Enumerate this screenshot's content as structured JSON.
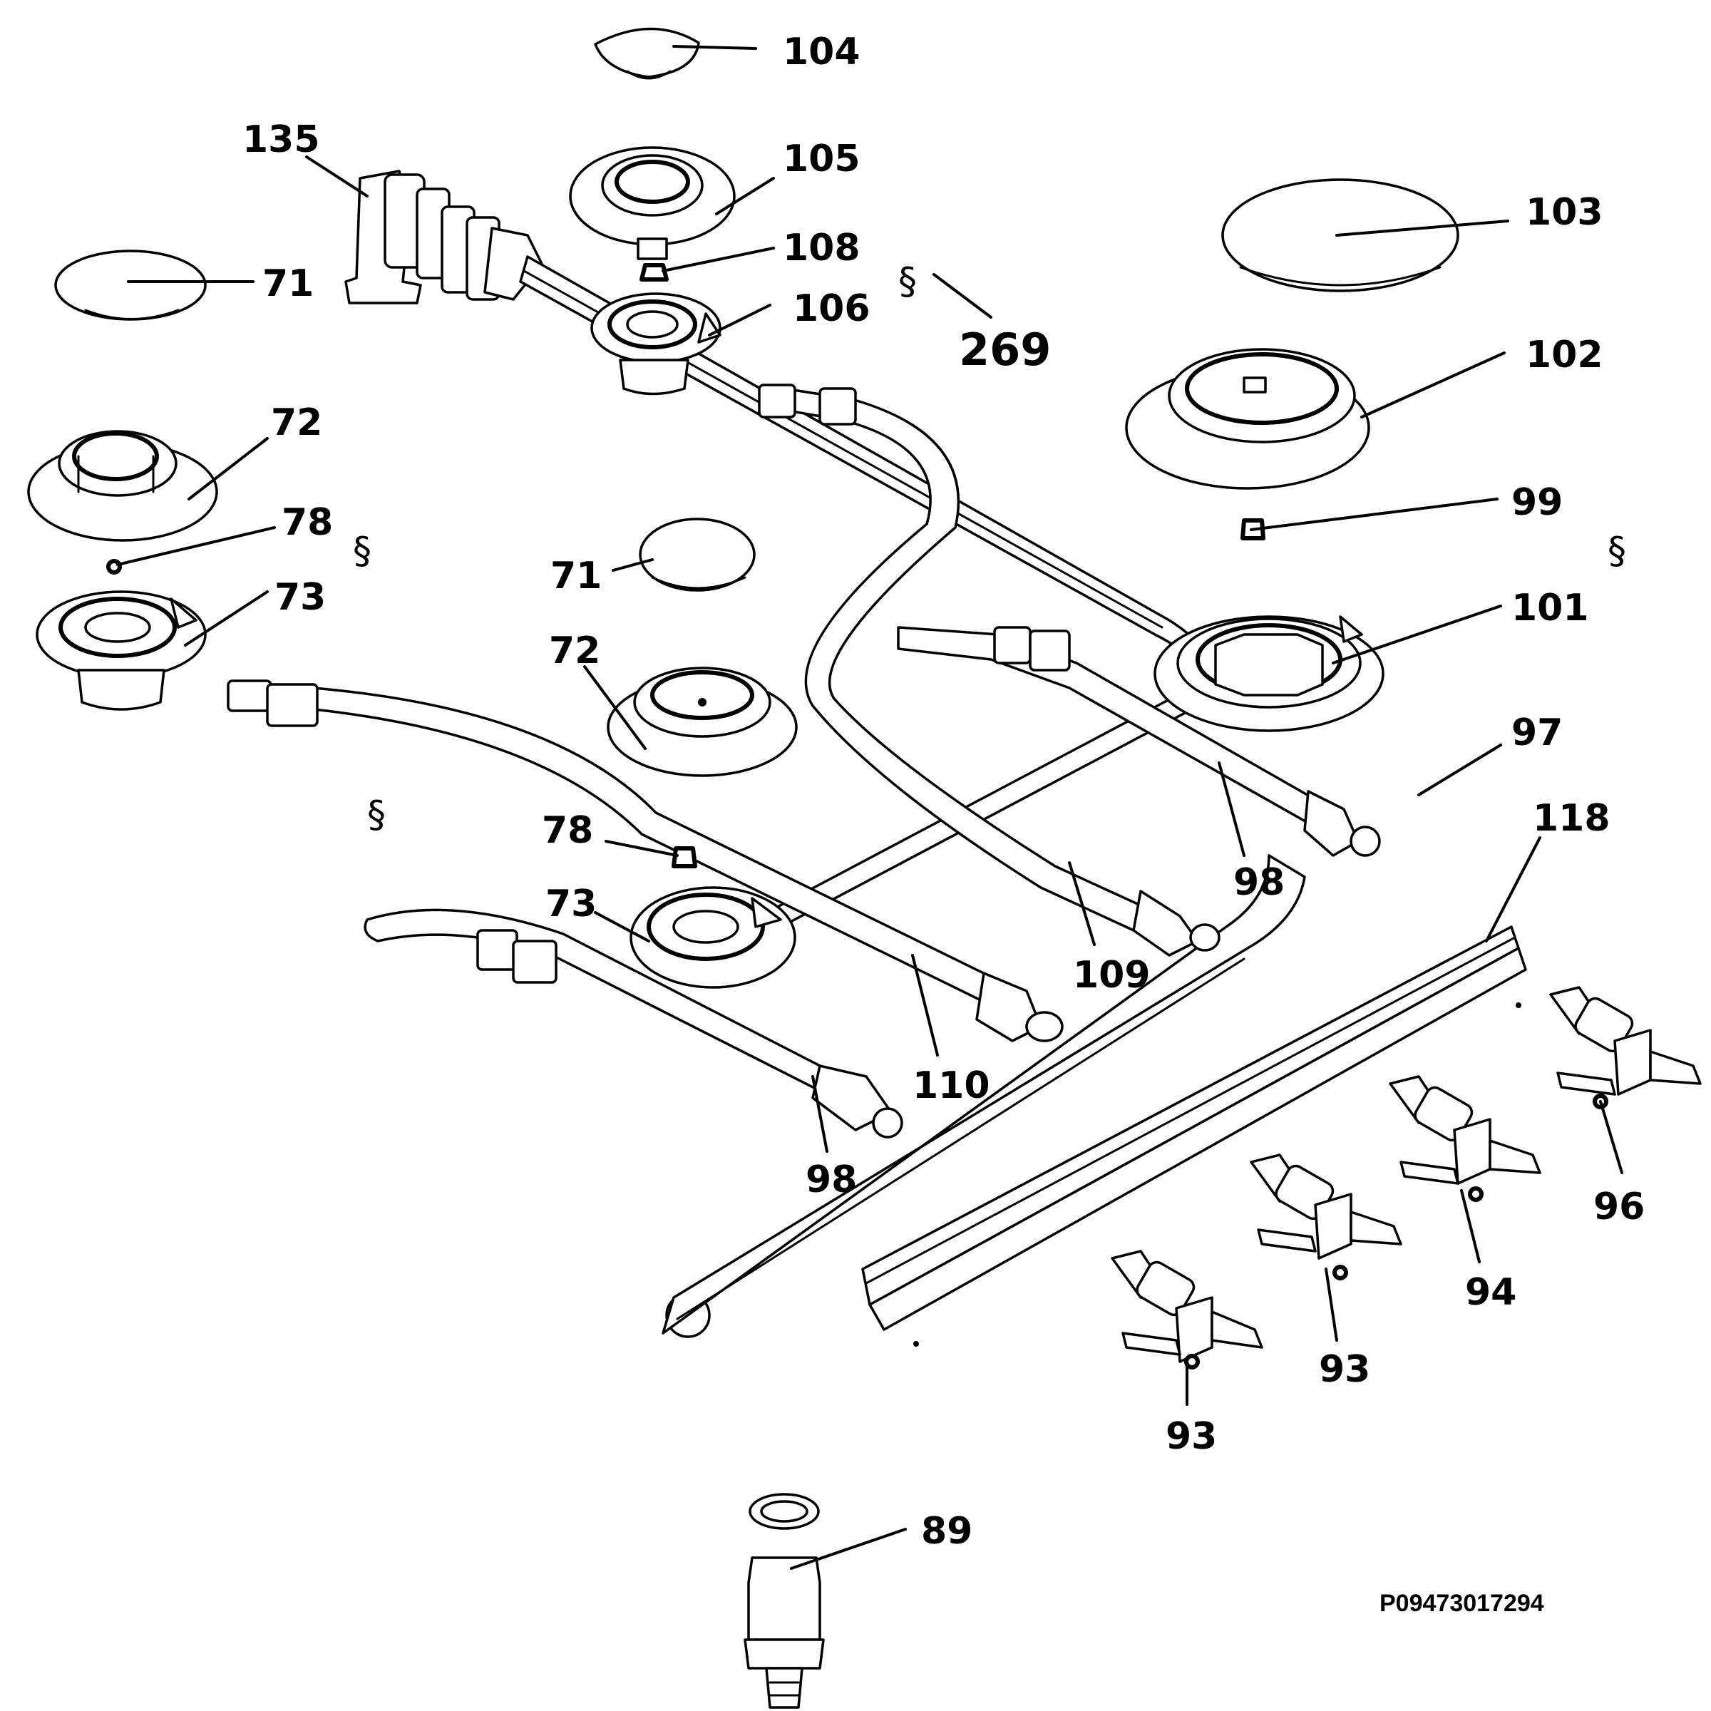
{
  "diagram": {
    "reference_code": "P09473017294",
    "symbol_glyph": "§",
    "callouts": {
      "c104": "104",
      "c135": "135",
      "c105": "105",
      "c103": "103",
      "c71a": "71",
      "c108": "108",
      "c106": "106",
      "c269": "269",
      "c102": "102",
      "c72a": "72",
      "c78a": "78",
      "c99": "99",
      "c73a": "73",
      "c71b": "71",
      "c101": "101",
      "c72b": "72",
      "c97": "97",
      "c118": "118",
      "c78b": "78",
      "c98a": "98",
      "c73b": "73",
      "c109": "109",
      "c110": "110",
      "c96": "96",
      "c98b": "98",
      "c94": "94",
      "c93a": "93",
      "c93b": "93",
      "c89": "89"
    }
  }
}
